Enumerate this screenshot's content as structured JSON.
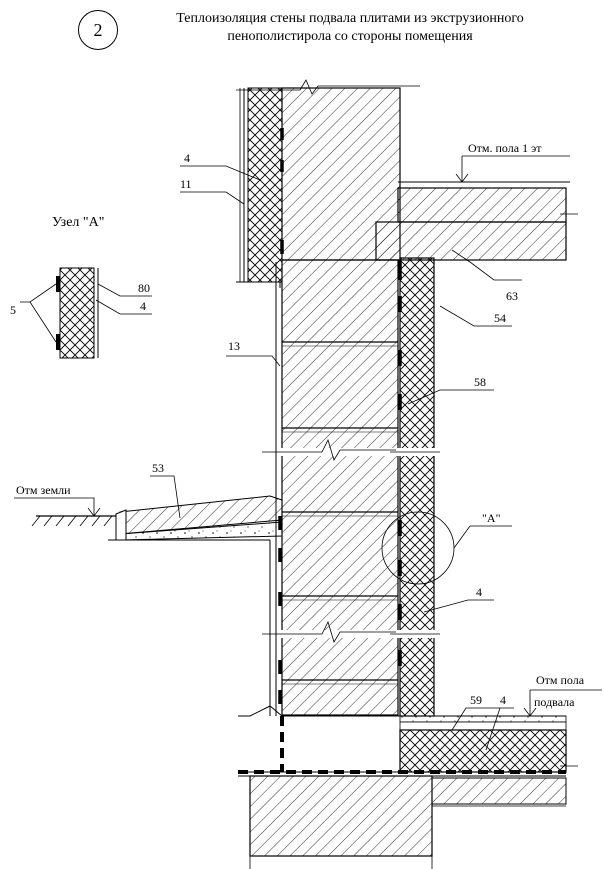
{
  "header": {
    "sheet_number": "2",
    "title_line1": "Теплоизоляция стены подвала плитами из экструзионного",
    "title_line2": "пенополистирола со стороны помещения"
  },
  "detail": {
    "title": "Узел \"А\"",
    "callout": "\"А\"",
    "labels": {
      "seal": "5",
      "thickness": "80",
      "insulation": "4"
    }
  },
  "levels": {
    "floor_1": "Отм. пола 1 эт",
    "ground": "Отм земли",
    "basement_line1": "Отм пола",
    "basement_line2": "подвала"
  },
  "positions": {
    "p4_top": "4",
    "p11": "11",
    "p13": "13",
    "p53": "53",
    "p54": "54",
    "p58": "58",
    "p59": "59",
    "p63": "63",
    "p4_wall": "4",
    "p4_floor": "4"
  }
}
